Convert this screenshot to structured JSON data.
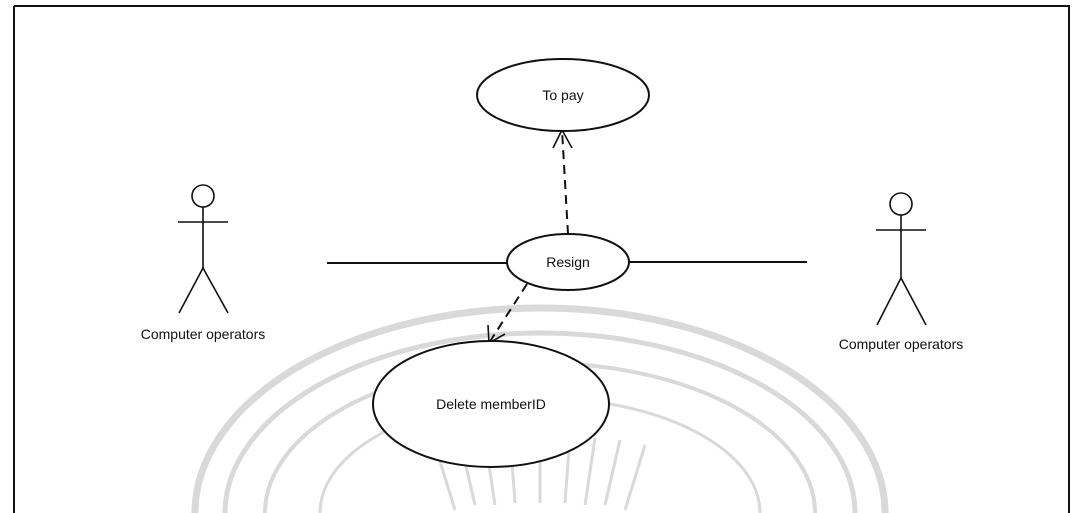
{
  "diagram": {
    "use_cases": {
      "to_pay": "To pay",
      "resign": "Resign",
      "delete_member": "Delete memberID"
    },
    "actors": {
      "left": "Computer operators",
      "right": "Computer operators"
    }
  },
  "colors": {
    "line": "#111111",
    "background": "#ffffff",
    "watermark": "#d9d9d9"
  }
}
